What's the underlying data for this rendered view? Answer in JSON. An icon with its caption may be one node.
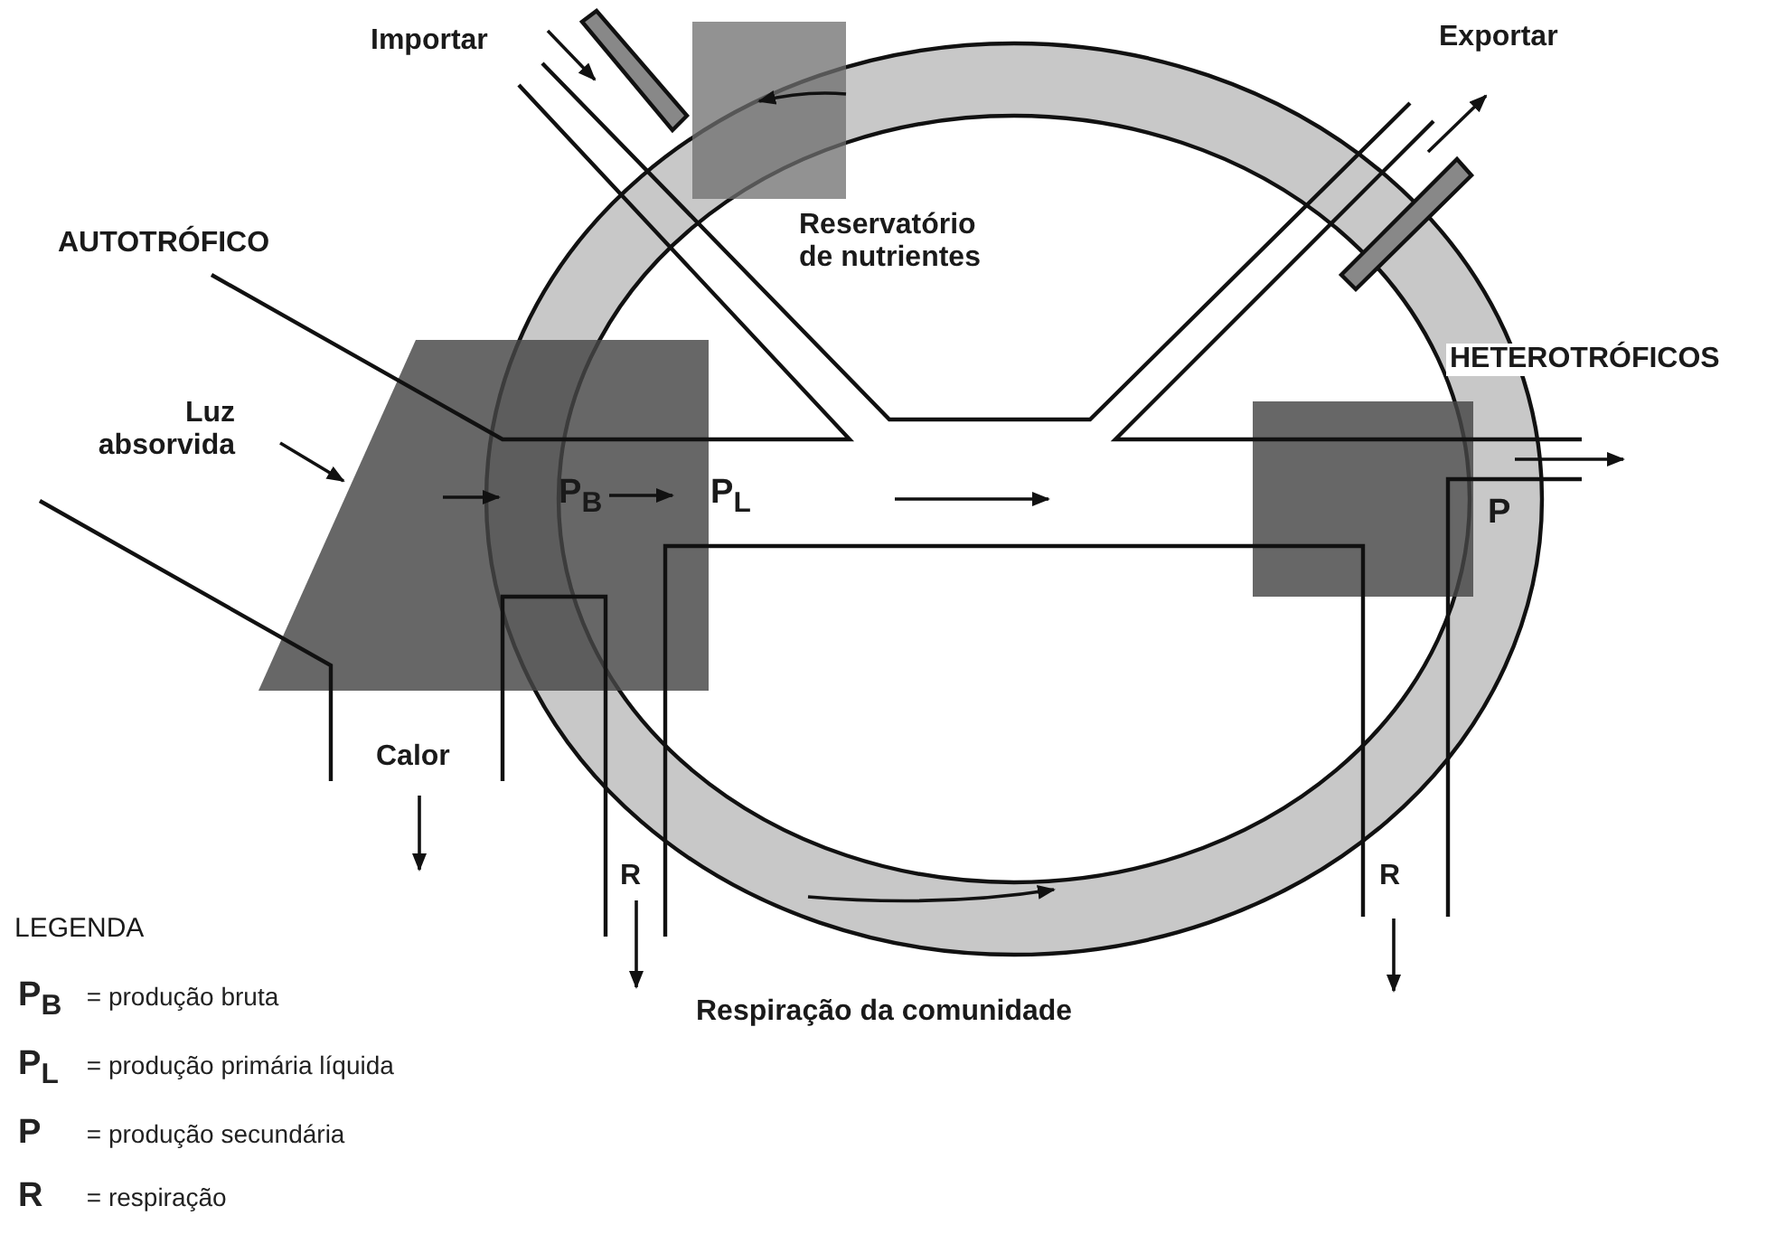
{
  "diagram": {
    "labels": [
      "Importar",
      "Exportar",
      "AUTOTRÓFICO",
      "Reservatório de nutrientes",
      "Luz absorvida",
      "HETEROTRÓFICOS",
      "P$_{B}$",
      "P$_{L}$",
      "P",
      "Calor",
      "R",
      "R",
      "LEGENDA",
      "Respiração da comunidade"
    ],
    "legend": [
      {
        "text": "**P$_{B}$** = produção bruta"
      },
      {
        "text": "**P$_{L}$** = produção primária líquida"
      },
      {
        "text": "**P** = produção secundária"
      },
      {
        "text": "**R** = respiração"
      }
    ]
  }
}
